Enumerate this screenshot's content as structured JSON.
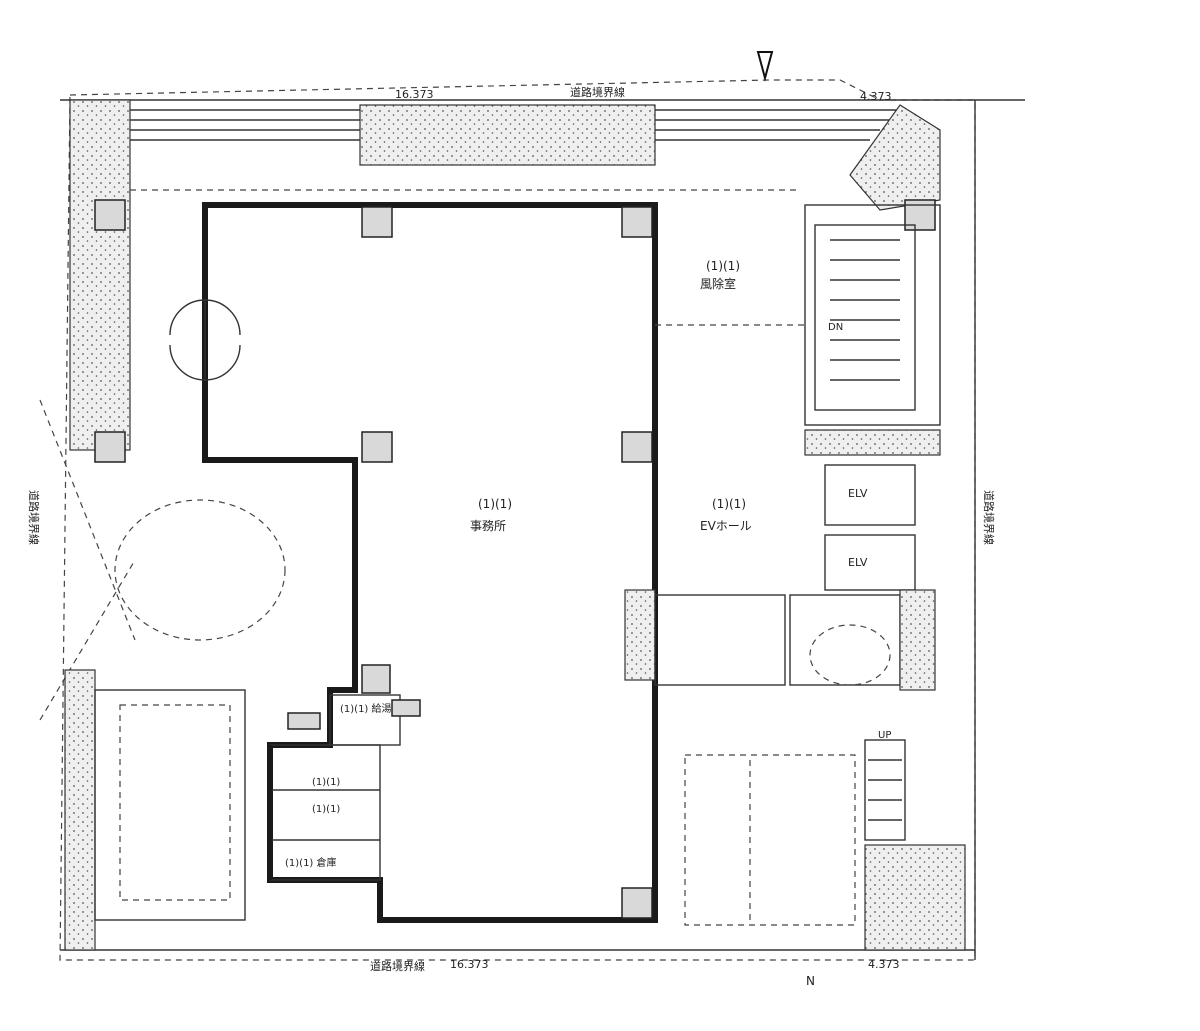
{
  "plan": {
    "dims": {
      "top_left": "16.373",
      "top_right": "4.373",
      "bottom_center": "16.373",
      "bottom_right": "4.373"
    },
    "streets": {
      "top": "道路境界線",
      "bottom": "道路境界線",
      "left": "道路境界線",
      "right": "道路境界線"
    },
    "rooms": {
      "office_label": "(1)(1)",
      "office_name": "事務所",
      "ev_label": "(1)(1)",
      "ev_name": "EVホール",
      "anteroom_label": "(1)(1)",
      "anteroom_name": "風除室",
      "ev1": "ELV",
      "ev2": "ELV",
      "stair_dn": "DN",
      "stair_up": "UP",
      "kitchen": "(1)(1) 給湯",
      "wc1": "(1)(1)",
      "wc2": "(1)(1)",
      "storage": "(1)(1) 倉庫"
    },
    "north": "N"
  }
}
